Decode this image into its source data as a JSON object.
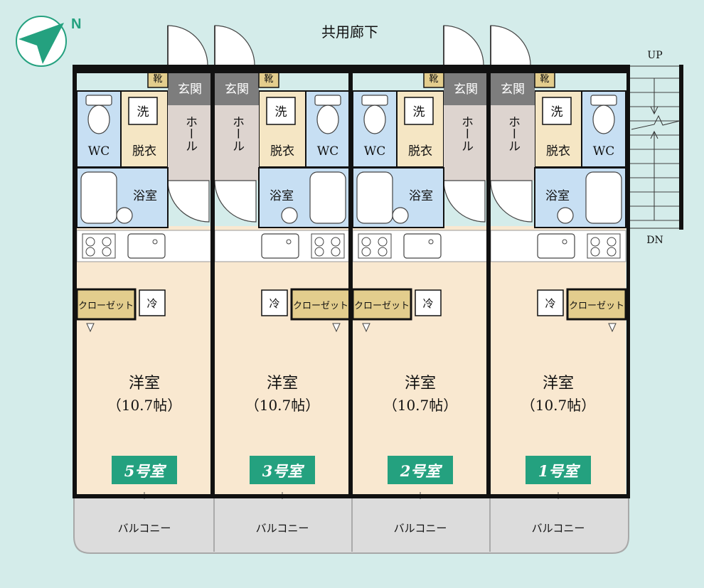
{
  "compass": {
    "label": "N"
  },
  "corridor": {
    "label": "共用廊下"
  },
  "stairs": {
    "up": "UP",
    "dn": "DN"
  },
  "labels": {
    "genkan": "玄関",
    "shoes": "靴",
    "hall": "ホール",
    "wc": "WC",
    "wash": "洗",
    "dressing": "脱衣",
    "bath": "浴室",
    "closet": "クローゼット",
    "fridge": "冷",
    "room": "洋室",
    "room_size": "（10.7帖）",
    "balcony": "バルコニー"
  },
  "units": [
    {
      "number": "5号室"
    },
    {
      "number": "3号室"
    },
    {
      "number": "2号室"
    },
    {
      "number": "1号室"
    }
  ],
  "colors": {
    "background": "#d4ecea",
    "room": "#f9e8d0",
    "wet_area": "#c7dff3",
    "dressing": "#f5e6c4",
    "hall": "#ddd4cf",
    "genkan": "#7d7d7d",
    "closet": "#e3cd8d",
    "balcony": "#dcdcdc",
    "wall": "#111111",
    "unit_tag": "#24a17f"
  }
}
